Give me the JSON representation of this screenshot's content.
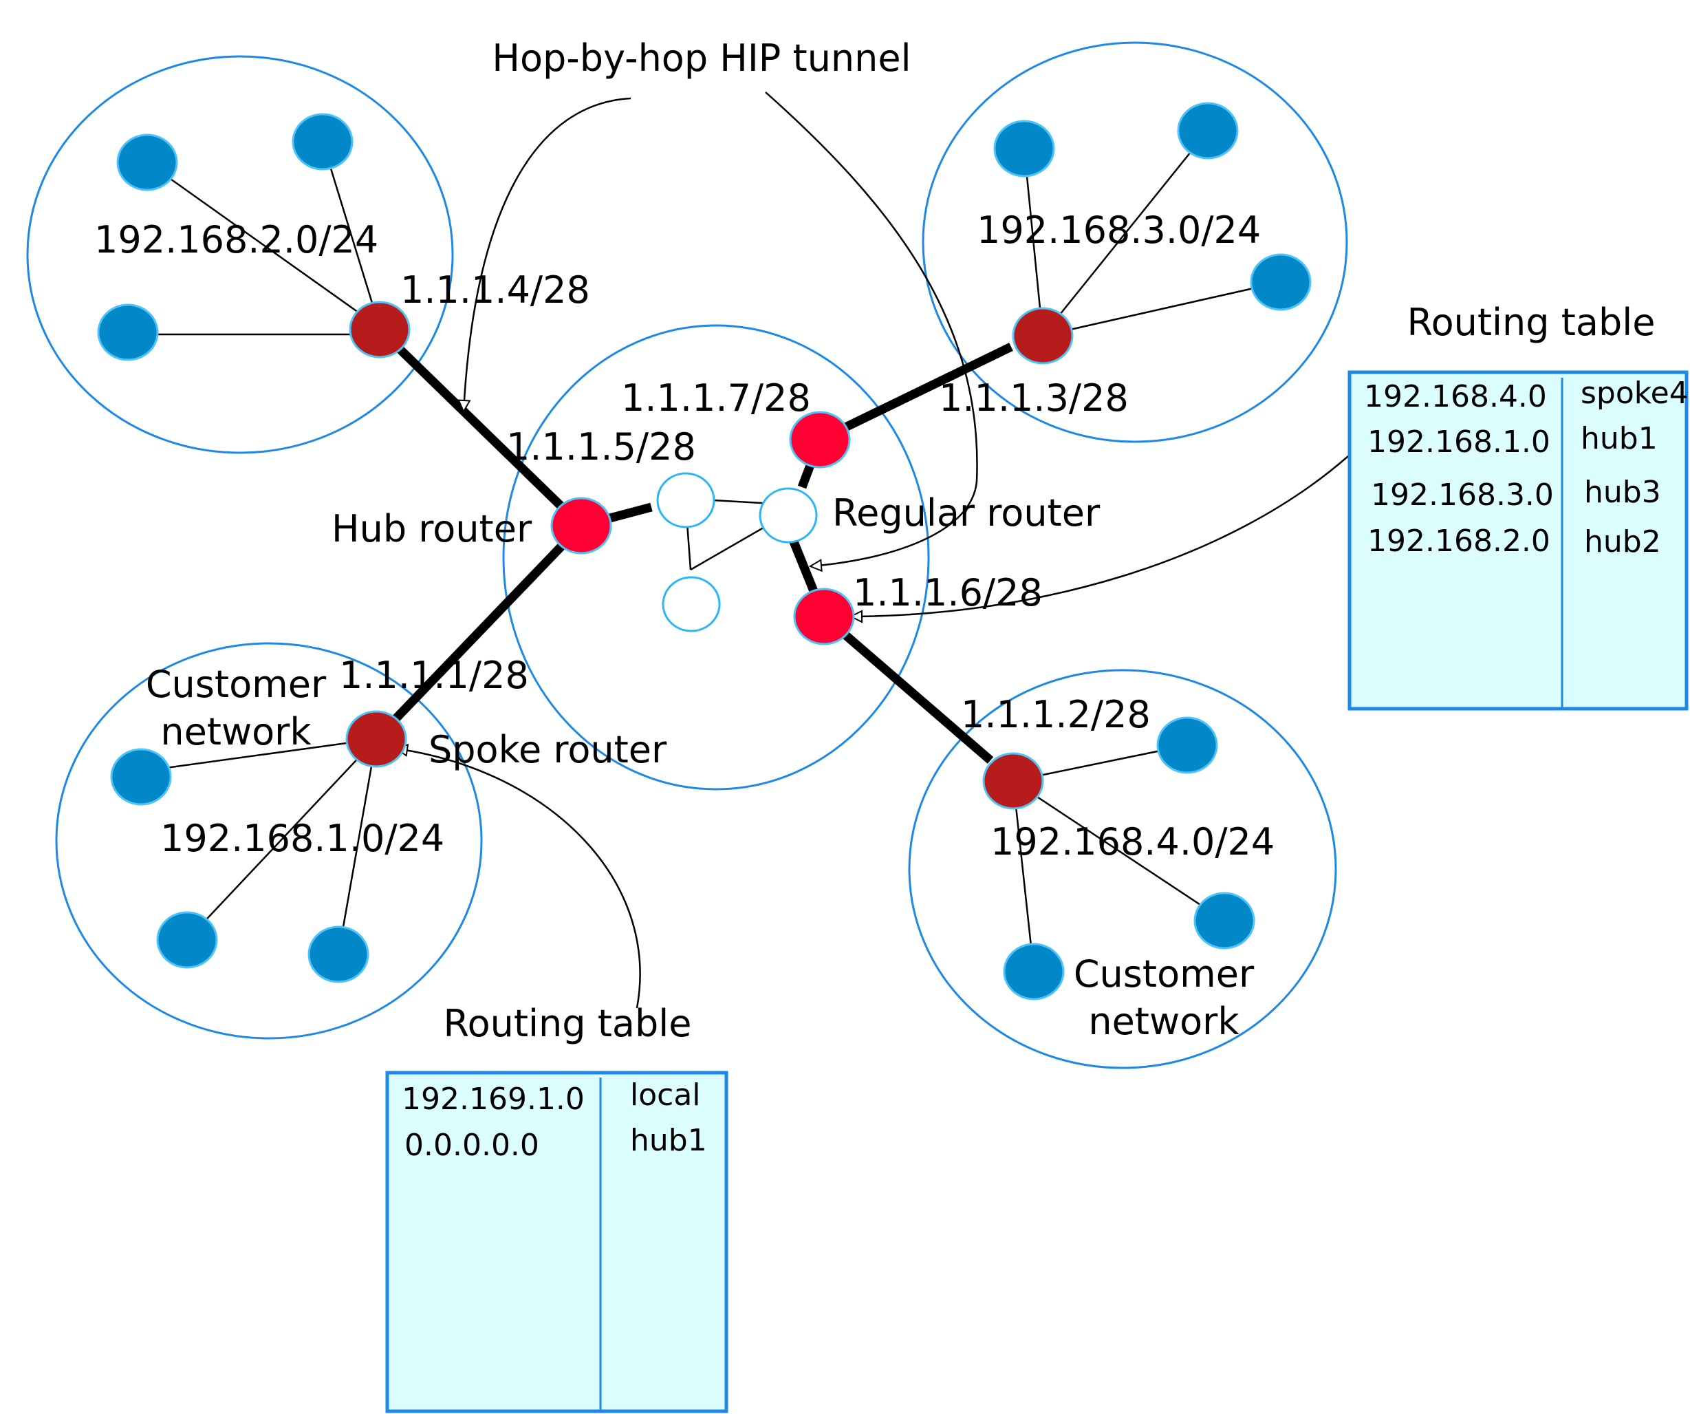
{
  "labels": {
    "tunnel": "Hop-by-hop HIP tunnel",
    "net_2": "192.168.2.0/24",
    "net_3": "192.168.3.0/24",
    "net_1": "192.168.1.0/24",
    "net_4": "192.168.4.0/24",
    "ip_1_1_1_4": "1.1.1.4/28",
    "ip_1_1_1_7": "1.1.1.7/28",
    "ip_1_1_1_3": "1.1.1.3/28",
    "ip_1_1_1_5": "1.1.1.5/28",
    "ip_1_1_1_6": "1.1.1.6/28",
    "ip_1_1_1_1": "1.1.1.1/28",
    "ip_1_1_1_2": "1.1.1.2/28",
    "hub_router": "Hub router",
    "regular_router": "Regular router",
    "spoke_router": "Spoke router",
    "customer_network_left_1": "Customer",
    "customer_network_left_2": "network",
    "customer_network_right_1": "Customer",
    "customer_network_right_2": "network"
  },
  "routing_table_right": {
    "title": "Routing table",
    "rows": [
      {
        "dest": "192.168.4.0",
        "next": "spoke4"
      },
      {
        "dest": "192.168.1.0",
        "next": "hub1"
      },
      {
        "dest": "192.168.3.0",
        "next": "hub3"
      },
      {
        "dest": "192.168.2.0",
        "next": "hub2"
      }
    ]
  },
  "routing_table_bottom": {
    "title": "Routing table",
    "rows": [
      {
        "dest": "192.169.1.0",
        "next": "local"
      },
      {
        "dest": "0.0.0.0.0",
        "next": "hub1"
      }
    ]
  },
  "colors": {
    "cloud_border": "#1e88e5",
    "host": "#0288c9",
    "spoke_router": "#b71c1c",
    "hub_router": "#ff0033",
    "table_fill": "#dbfdfd"
  }
}
